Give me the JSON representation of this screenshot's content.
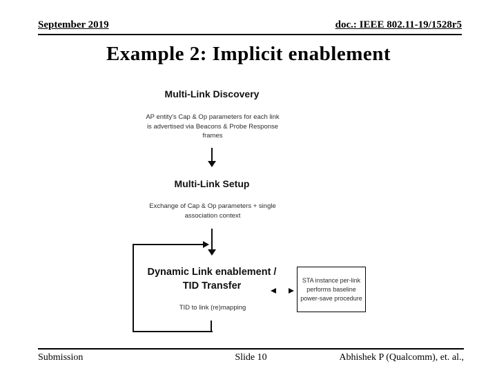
{
  "header": {
    "date": "September 2019",
    "doc": "doc.: IEEE 802.11-19/1528r5"
  },
  "title": "Example 2: Implicit enablement",
  "diagram": {
    "step1": {
      "heading": "Multi-Link Discovery",
      "description": "AP entity's Cap & Op parameters for each link is advertised via Beacons & Probe Response frames"
    },
    "step2": {
      "heading": "Multi-Link Setup",
      "description": "Exchange of Cap & Op parameters + single association context"
    },
    "step3": {
      "heading_line1": "Dynamic Link enablement /",
      "heading_line2": "TID Transfer",
      "description": "TID to link (re)mapping"
    },
    "side_box": {
      "text": "STA instance per-link performs baseline power-save procedure"
    },
    "icons": {
      "down_arrow_1": "down-arrow",
      "down_arrow_2": "down-arrow",
      "loop_arrow": "loop-feedback-arrow",
      "double_arrow": "left-right-arrowheads"
    }
  },
  "footer": {
    "left": "Submission",
    "center": "Slide 10",
    "right": "Abhishek P (Qualcomm), et. al.,"
  },
  "colors": {
    "background": "#ffffff",
    "text": "#000000",
    "line": "#0d0d0d"
  }
}
